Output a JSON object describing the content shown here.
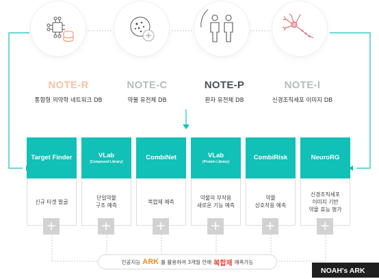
{
  "colors": {
    "accent": "#11c0b6",
    "note_orange": "#f6c3a7",
    "note_gray": "#b8bcbd",
    "note_dark": "#4a4e57",
    "ark_orange": "#f08a22",
    "combo_red": "#f0463c"
  },
  "notes": [
    {
      "title": "NOTE-R",
      "desc": "통합형 의약학 네트워크 DB",
      "icon": "network-database-icon",
      "color": "#f6c3a7"
    },
    {
      "title": "NOTE-C",
      "desc": "약물 유전체 DB",
      "icon": "drug-molecule-icon",
      "color": "#b8bcbd"
    },
    {
      "title": "NOTE-P",
      "desc": "환자 유전체 DB",
      "icon": "patients-icon",
      "color": "#4a4e57"
    },
    {
      "title": "NOTE-I",
      "desc": "신경조직세포 이미지 DB",
      "icon": "neuron-cell-icon",
      "color": "#b8bcbd"
    }
  ],
  "modules": [
    {
      "name": "Target Finder",
      "sub": "",
      "desc": "신규 타겟 발굴"
    },
    {
      "name": "VLab",
      "sub": "[Compound Library]",
      "desc": "단일약물\n구조 예측"
    },
    {
      "name": "CombiNet",
      "sub": "",
      "desc": "복합제 예측"
    },
    {
      "name": "VLab",
      "sub": "[Protein Library]",
      "desc": "약물의 부작용\n새로운 기능 예측"
    },
    {
      "name": "CombiRisk",
      "sub": "",
      "desc": "약물\n상호작용 예측"
    },
    {
      "name": "NeuroRG",
      "sub": "",
      "desc": "신경조직세포\n이미지 기반\n약물 효능 평가"
    }
  ],
  "plus_symbol": "+",
  "banner": {
    "pre": "인공지능",
    "ark": "ARK",
    "mid": "를 활용하여 3개월 안에",
    "combo": "복합제",
    "post": "예측가능"
  },
  "footer_label": "NOAH's ARK"
}
